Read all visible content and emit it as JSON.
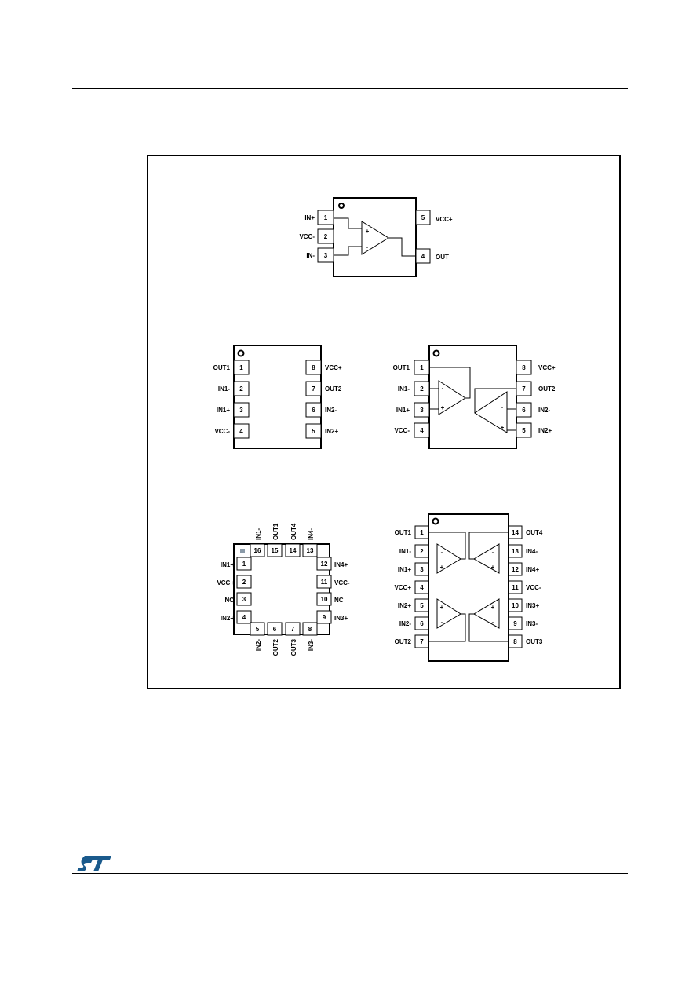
{
  "packages": {
    "sot23_5": {
      "pins": [
        {
          "num": "1",
          "label": "IN+"
        },
        {
          "num": "2",
          "label": "VCC-"
        },
        {
          "num": "3",
          "label": "IN-"
        },
        {
          "num": "4",
          "label": "OUT"
        },
        {
          "num": "5",
          "label": "VCC+"
        }
      ]
    },
    "dfn8": {
      "pins": [
        {
          "num": "1",
          "label": "OUT1"
        },
        {
          "num": "2",
          "label": "IN1-"
        },
        {
          "num": "3",
          "label": "IN1+"
        },
        {
          "num": "4",
          "label": "VCC-"
        },
        {
          "num": "8",
          "label": "VCC+"
        },
        {
          "num": "7",
          "label": "OUT2"
        },
        {
          "num": "6",
          "label": "IN2-"
        },
        {
          "num": "5",
          "label": "IN2+"
        }
      ]
    },
    "so8": {
      "pins": [
        {
          "num": "1",
          "label": "OUT1"
        },
        {
          "num": "2",
          "label": "IN1-"
        },
        {
          "num": "3",
          "label": "IN1+"
        },
        {
          "num": "4",
          "label": "VCC-"
        },
        {
          "num": "8",
          "label": "VCC+"
        },
        {
          "num": "7",
          "label": "OUT2"
        },
        {
          "num": "6",
          "label": "IN2-"
        },
        {
          "num": "5",
          "label": "IN2+"
        }
      ]
    },
    "qfn16": {
      "left": [
        {
          "num": "1",
          "label": "IN1+"
        },
        {
          "num": "2",
          "label": "VCC+"
        },
        {
          "num": "3",
          "label": "NC"
        },
        {
          "num": "4",
          "label": "IN2+"
        }
      ],
      "right": [
        {
          "num": "12",
          "label": "IN4+"
        },
        {
          "num": "11",
          "label": "VCC-"
        },
        {
          "num": "10",
          "label": "NC"
        },
        {
          "num": "9",
          "label": "IN3+"
        }
      ],
      "top": [
        {
          "num": "16",
          "label": "IN1-"
        },
        {
          "num": "15",
          "label": "OUT1"
        },
        {
          "num": "14",
          "label": "OUT4"
        },
        {
          "num": "13",
          "label": "IN4-"
        }
      ],
      "bottom": [
        {
          "num": "5",
          "label": "IN2-"
        },
        {
          "num": "6",
          "label": "OUT2"
        },
        {
          "num": "7",
          "label": "OUT3"
        },
        {
          "num": "8",
          "label": "IN3-"
        }
      ]
    },
    "so14": {
      "left": [
        {
          "num": "1",
          "label": "OUT1"
        },
        {
          "num": "2",
          "label": "IN1-"
        },
        {
          "num": "3",
          "label": "IN1+"
        },
        {
          "num": "4",
          "label": "VCC+"
        },
        {
          "num": "5",
          "label": "IN2+"
        },
        {
          "num": "6",
          "label": "IN2-"
        },
        {
          "num": "7",
          "label": "OUT2"
        }
      ],
      "right": [
        {
          "num": "14",
          "label": "OUT4"
        },
        {
          "num": "13",
          "label": "IN4-"
        },
        {
          "num": "12",
          "label": "IN4+"
        },
        {
          "num": "11",
          "label": "VCC-"
        },
        {
          "num": "10",
          "label": "IN3+"
        },
        {
          "num": "9",
          "label": "IN3-"
        },
        {
          "num": "8",
          "label": "OUT3"
        }
      ]
    }
  },
  "logo_text": "ST",
  "colors": {
    "ink": "#000000",
    "logo": "#1a5a8c",
    "background": "#ffffff"
  }
}
